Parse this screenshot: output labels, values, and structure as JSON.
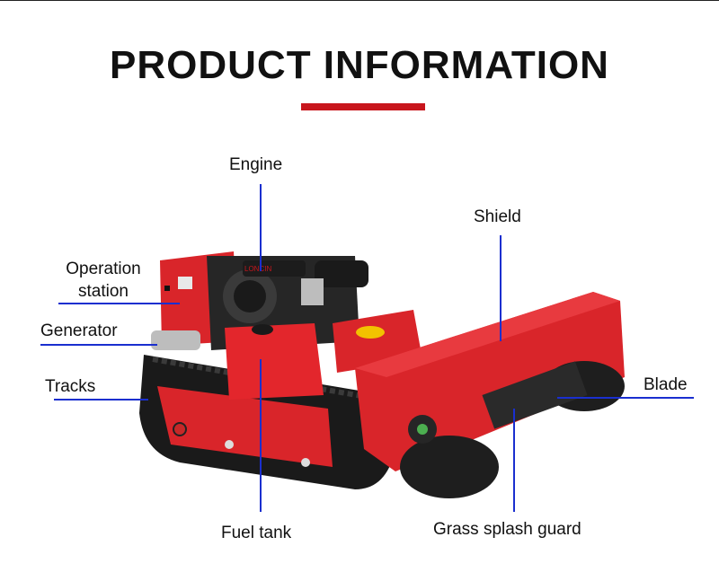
{
  "page": {
    "title": "PRODUCT INFORMATION",
    "accent_color": "#c8161d",
    "line_color": "#1a2fcf"
  },
  "labels": {
    "engine": "Engine",
    "shield": "Shield",
    "operation_station_line1": "Operation",
    "operation_station_line2": "station",
    "generator": "Generator",
    "tracks": "Tracks",
    "blade": "Blade",
    "fuel_tank": "Fuel tank",
    "grass_splash_guard": "Grass splash guard"
  },
  "product_image": {
    "engine_brand": "LONCIN"
  }
}
